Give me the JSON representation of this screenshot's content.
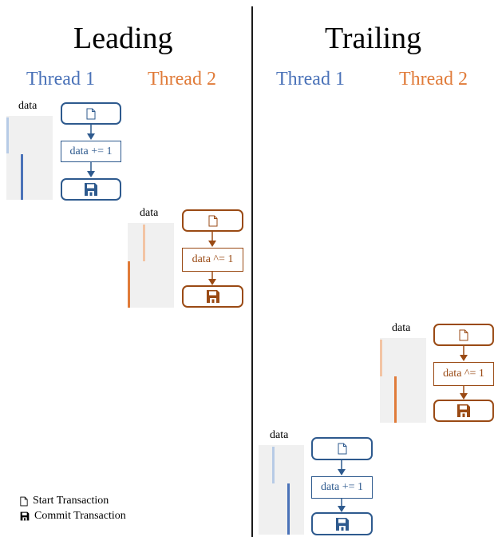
{
  "leading": {
    "title": "Leading",
    "thread1": "Thread 1",
    "thread2": "Thread 2",
    "t1": {
      "data_label": "data",
      "op_label": "data += 1"
    },
    "t2": {
      "data_label": "data",
      "op_label": "data ^= 1"
    }
  },
  "trailing": {
    "title": "Trailing",
    "thread1": "Thread 1",
    "thread2": "Thread 2",
    "t2": {
      "data_label": "data",
      "op_label": "data ^= 1"
    },
    "t1": {
      "data_label": "data",
      "op_label": "data += 1"
    }
  },
  "legend": {
    "start": "Start Transaction",
    "commit": "Commit Transaction"
  },
  "colors": {
    "thread1": "#4a72b8",
    "thread2": "#e07b39",
    "thread1_dark": "#2e5a8e",
    "thread2_dark": "#9a4a14"
  }
}
